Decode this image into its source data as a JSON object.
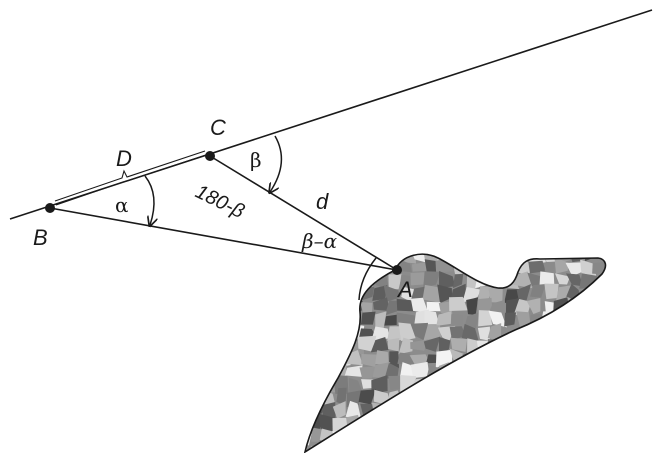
{
  "points": {
    "A": "A",
    "B": "B",
    "C": "C"
  },
  "distances": {
    "baseline": "D",
    "target": "d"
  },
  "angles": {
    "alpha": "α",
    "beta": "β",
    "supplement": "180-β",
    "difference": "β–α"
  },
  "colors": {
    "stroke": "#1a1a1a",
    "background": "#ffffff"
  }
}
